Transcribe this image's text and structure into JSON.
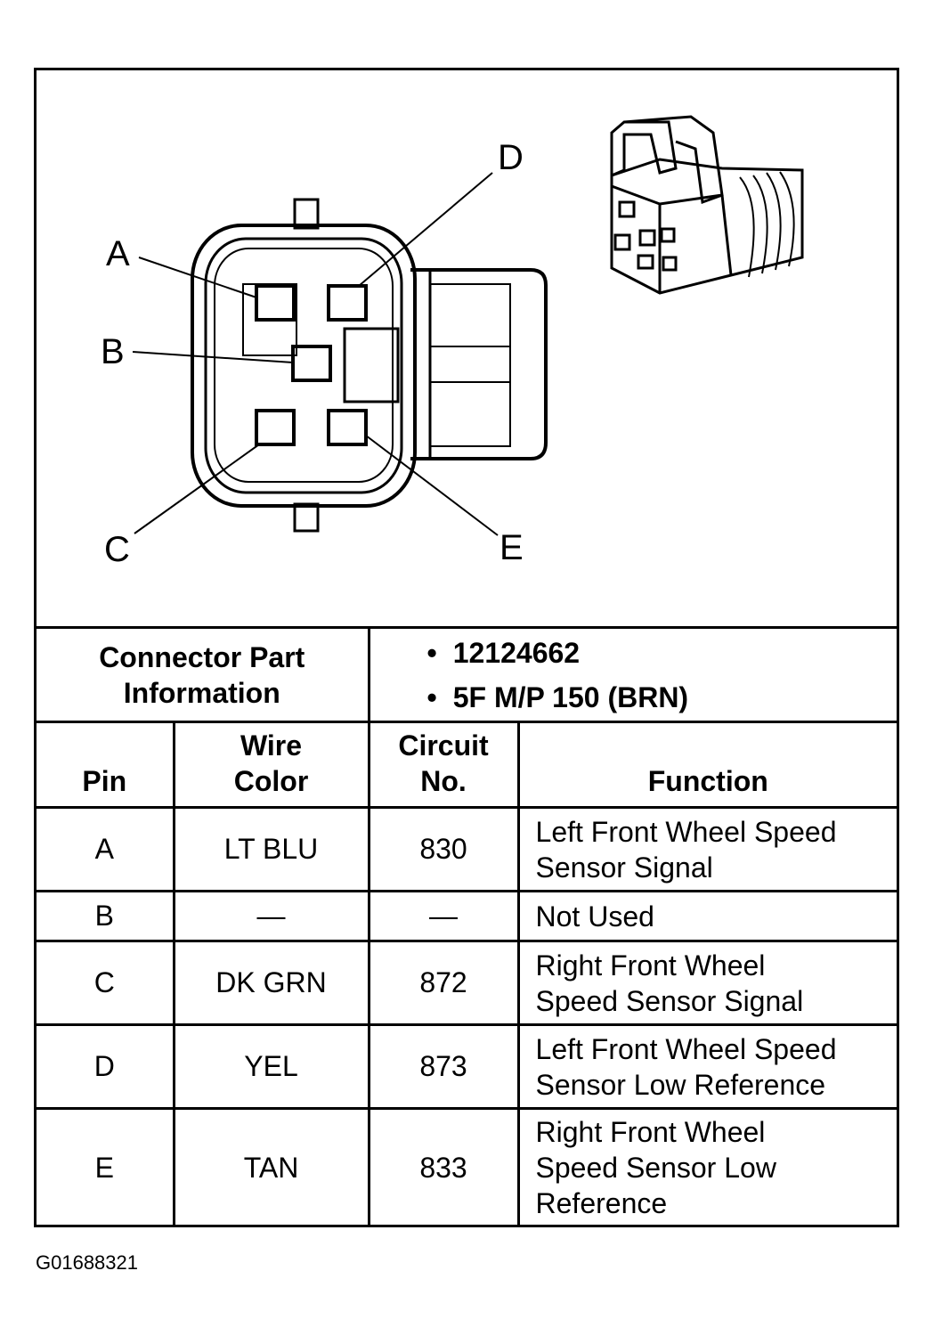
{
  "figure": {
    "pin_labels": [
      "A",
      "B",
      "C",
      "D",
      "E"
    ],
    "connector_icon": "wheel-speed-sensor-harness-connector"
  },
  "connector_info": {
    "label_line1": "Connector Part",
    "label_line2": "Information",
    "values": [
      "12124662",
      "5F M/P 150 (BRN)"
    ]
  },
  "table": {
    "headers": {
      "pin": "Pin",
      "wire_color_line1": "Wire",
      "wire_color_line2": "Color",
      "circuit_line1": "Circuit",
      "circuit_line2": "No.",
      "function": "Function"
    },
    "rows": [
      {
        "pin": "A",
        "wire_color": "LT BLU",
        "circuit": "830",
        "function_lines": [
          "Left Front Wheel Speed",
          "Sensor Signal"
        ]
      },
      {
        "pin": "B",
        "wire_color": "—",
        "circuit": "—",
        "function_lines": [
          "Not Used"
        ]
      },
      {
        "pin": "C",
        "wire_color": "DK GRN",
        "circuit": "872",
        "function_lines": [
          "Right Front Wheel",
          "Speed Sensor Signal"
        ]
      },
      {
        "pin": "D",
        "wire_color": "YEL",
        "circuit": "873",
        "function_lines": [
          "Left Front Wheel Speed",
          "Sensor Low Reference"
        ]
      },
      {
        "pin": "E",
        "wire_color": "TAN",
        "circuit": "833",
        "function_lines": [
          "Right Front Wheel",
          "Speed Sensor Low",
          "Reference"
        ]
      }
    ]
  },
  "figure_code": "G01688321"
}
